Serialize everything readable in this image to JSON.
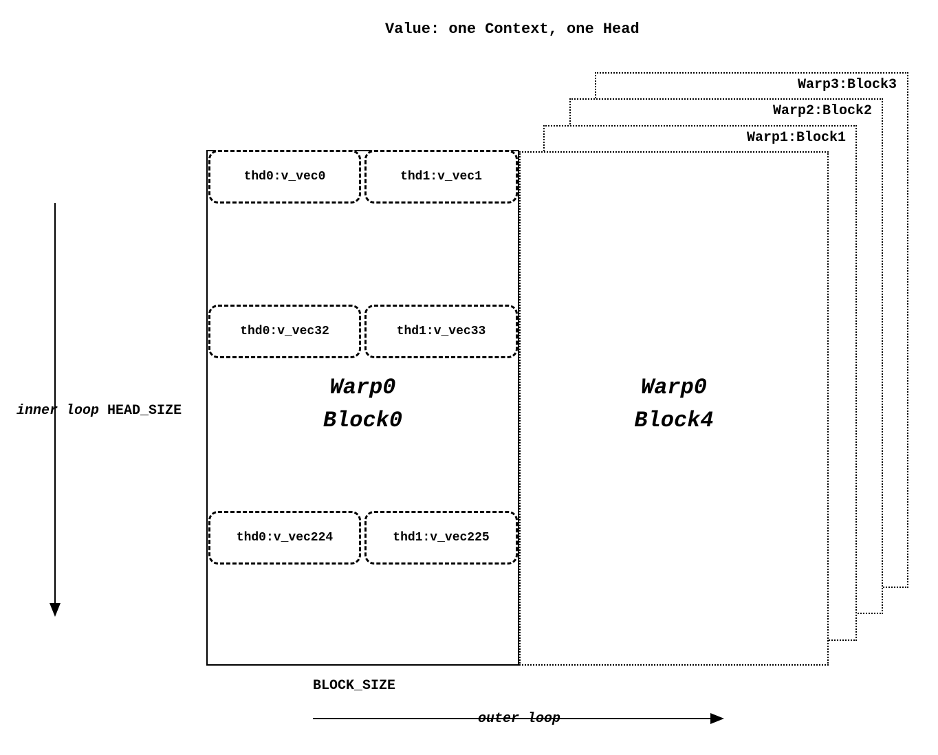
{
  "title": "Value: one Context, one Head",
  "background_blocks": [
    {
      "label": "Warp3:Block3"
    },
    {
      "label": "Warp2:Block2"
    },
    {
      "label": "Warp1:Block1"
    }
  ],
  "front_block": {
    "line1": "Warp0",
    "line2": "Block4"
  },
  "main_block": {
    "line1": "Warp0",
    "line2": "Block0",
    "rows": [
      {
        "left": "thd0:v_vec0",
        "right": "thd1:v_vec1"
      },
      {
        "left": "thd0:v_vec32",
        "right": "thd1:v_vec33"
      },
      {
        "left": "thd0:v_vec224",
        "right": "thd1:v_vec225"
      }
    ]
  },
  "labels": {
    "inner_loop": "inner loop",
    "head_size": "HEAD_SIZE",
    "block_size": "BLOCK_SIZE",
    "outer_loop": "outer loop"
  },
  "colors": {
    "line": "#000000",
    "background": "#ffffff"
  }
}
